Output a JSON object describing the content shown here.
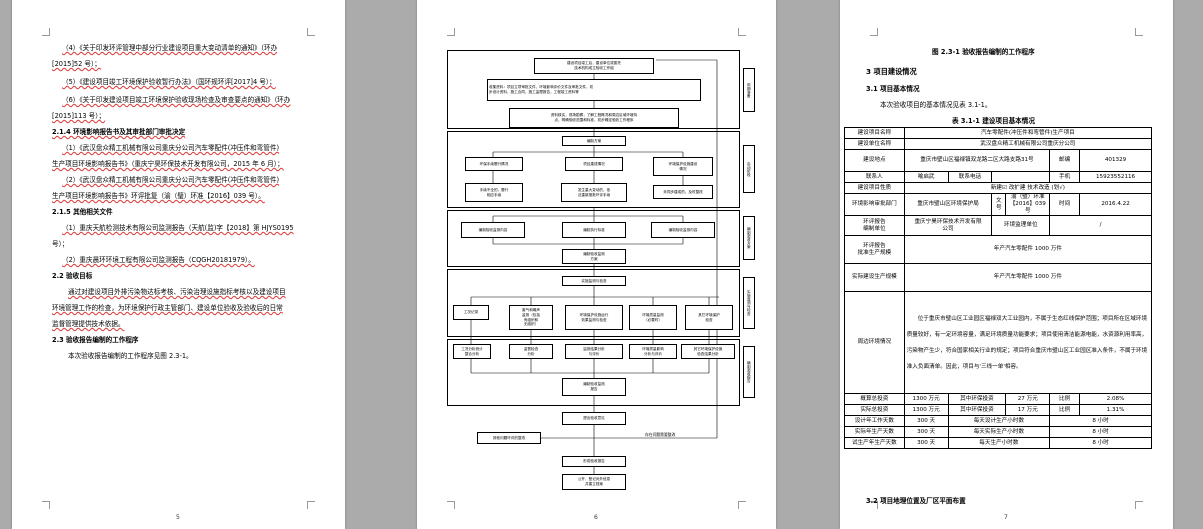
{
  "page1": {
    "lines": [
      "（4）《关于印发环评管理中部分行业建设项目重大变动清单的通知》（环办",
      "[2015]52 号）；",
      "（5）《建设项目竣工环境保护验收暂行办法》（国环规环评[2017]4 号）；",
      "（6）《关于印发建设项目竣工环境保护验收现场检查及审查要点的通知》（环办",
      "[2015]113 号）；",
      "2.1.4 环境影响报告书及其审批部门审批决定",
      "（1）《武汉盘众精工机械有限公司重庆分公司汽车零配件(冲压件和弯管件)",
      "生产项目环境影响报告书》（重庆宁昊环保技术开发有限公司，2015 年 6 月）；",
      "（2）《武汉盘众精工机械有限公司重庆分公司汽车零配件(冲压件和弯管件)",
      "生产项目环境影响报告书》环评批复（渝（璧）环准【2016】039 号）。",
      "2.1.5 其他相关文件",
      "（1）重庆天航检测技术有限公司监测报告（天航(监)字【2018】第 HJYS0195",
      "号）；",
      "（2）重庆晨环环境工程有限公司监测报告（CQGH20181979）。",
      "2.2 验收目标",
      "通过对建设项目外排污染物达标考核、污染治理设施指标考核以及建设项目",
      "环境管理工作的检查，为环境保护行政主管部门、建设单位验收及验收后的日常",
      "监督管理提供技术依据。",
      "2.3 验收报告编制的工作程序",
      "本次验收报告编制的工作程序见图 2.3-1。"
    ],
    "page_number": "5"
  },
  "page2": {
    "boxes": [
      "建设项目竣工后，建设单位或委托\n技术机构成立验收工作组",
      "收集资料：项目立项审批文件，环境影响评价文件及审批文件，初\n步设计资料，施工合同，施工监理报告，工程竣工资料等",
      "资料核实，现场勘察，了解工程概况和周边区域环境特\n点，明确验收范围和标准，初步确定验收工作程序",
      "编制方案",
      "环保手续履行情况",
      "项目建成情况",
      "环境保护设施建设\n情况",
      "手续不全的，履行\n相应手续",
      "发生重大变动的，依\n法重新报批环评手续",
      "未同步建成的，及时整改",
      "编制验收监测内容",
      "编制执行标准",
      "编制验收监测内容",
      "编制验收监测\n方案",
      "实施监测与检查",
      "工况记录",
      "废气和噪声\n监测（包括\n有组织和\n无组织）",
      "环境保护设施运行\n效果监测与检查",
      "环境质量监测\n（必要时）",
      "其它环境保护\n检查",
      "工况分析统计\n整合分析",
      "监督检查\n分析",
      "监测结果分析\n与评价",
      "环境质量影响\n分析与评价",
      "其它环境保护设施\n检查结果分析",
      "编制验收监测\n报告",
      "提出验收意见",
      "其他问题环评的整改",
      "存在问题需要整改",
      "形成验收报告",
      "公开、登记对外信息\n并建立档案"
    ],
    "side_labels": [
      "前期准备",
      "启动阶段",
      "编制验收方案",
      "实施监测与检查",
      "编制验收报告"
    ],
    "page_number": "6"
  },
  "page3": {
    "caption": "图 2.3-1    验收报告编制的工作程序",
    "h3": "3 项目建设情况",
    "h31": "3.1 项目基本情况",
    "intro": "本次验收项目的基本情况见表 3.1-1。",
    "table_title": "表 3.1-1    建设项目基本情况",
    "rows": {
      "project_name_label": "建设项目名称",
      "project_name": "汽车零配件(冲压件和弯管件)生产项目",
      "unit_label": "建设单位名称",
      "unit": "武汉盘众精工机械有限公司重庆分公司",
      "address_label": "建设地点",
      "address": "重庆市壁山区福禄镇双龙路二区大路支路31号",
      "postcode_label": "邮编",
      "postcode": "401329",
      "contact_label": "联系人",
      "contact": "喻启武",
      "phone_label": "联系电话",
      "phone": "",
      "mobile_label": "手机",
      "mobile": "15923552116",
      "nature_label": "建设项目性质",
      "nature": "新建☑   改扩建   技术改造   (划√)",
      "approval_dept_label": "环境影响审批部门",
      "approval_dept": "重庆市璧山区环境保护局",
      "doc_label": "文号",
      "doc_no": "渝（璧）环准\n【2016】039号",
      "time_label": "时间",
      "time": "2016.4.22",
      "eia_unit_label": "环评报告\n编制单位",
      "eia_unit": "重庆宁昊环保技术开发有限\n公司",
      "env_unit_label": "环境监理单位",
      "env_unit": "/",
      "design_scale_label": "环评报告\n批准生产规模",
      "design_scale": "年产汽车零配件 1000 万件",
      "actual_scale_label": "实际建设生产规模",
      "actual_scale": "年产汽车零配件 1000 万件",
      "surroundings_label": "周边环境情况",
      "surroundings": "位于重庆市璧山区工业园区福禄双大工业园内，不属于生态红线保护范围；项目所在区域环境质量较好，有一定环境容量，满足环境质量功能要求；项目使用清洁能源电能，水资源利用率高，污染物产生少，符合国家相关行业的规定；项目符合重庆市璧山区工业园区准入条件，不属于环境准入负面清单。因此，项目与'三线一单'相容。",
      "invest_label": "概算总投资",
      "invest": "1300 万元",
      "env_invest_label": "其中环保投资",
      "env_invest": "27 万元",
      "ratio_label": "比例",
      "ratio": "2.08%",
      "actual_invest_label": "实际总投资",
      "actual_invest": "1300 万元",
      "actual_env_label": "其中环保投资",
      "actual_env": "17 万元",
      "actual_ratio": "1.31%",
      "days_design_label": "设计年工作天数",
      "days_design": "300 天",
      "hours_design_label": "每天设计生产小时数",
      "hours_design": "8 小时",
      "days_actual_label": "实际年生产天数",
      "days_actual": "300 天",
      "hours_actual_label": "每天实际生产小时数",
      "hours_actual": "8 小时",
      "days_test_label": "试生产年生产天数",
      "days_test": "300 天",
      "hours_test_label": "每天生产小时数",
      "hours_test": "8 小时"
    },
    "h32": "3.2 项目地理位置及厂区平面布置",
    "page_number": "7"
  }
}
